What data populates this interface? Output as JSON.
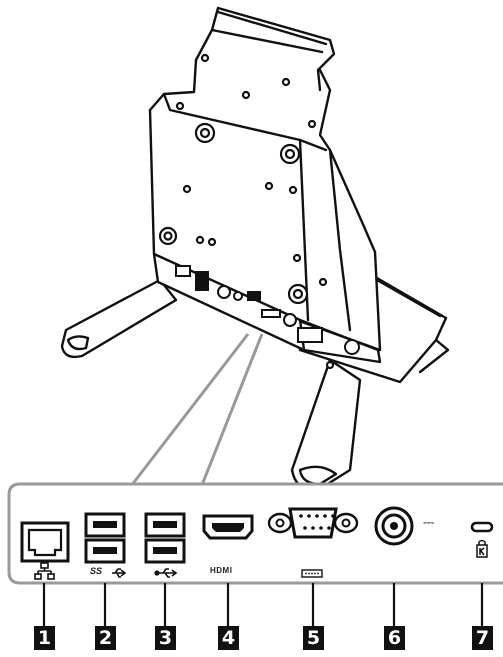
{
  "callouts": [
    "1",
    "2",
    "3",
    "4",
    "5",
    "6",
    "7"
  ],
  "ports": {
    "lan": {
      "icon": "network-icon"
    },
    "usb3": {
      "label": "SS",
      "icon": "usb-superspeed-icon"
    },
    "usb2": {
      "icon": "usb-icon"
    },
    "hdmi": {
      "label": "HDMI",
      "icon": "hdmi-icon"
    },
    "serial": {
      "icon": "serial-port-icon"
    },
    "dc_in": {
      "symbol": "⎓",
      "icon": "dc-power-icon"
    },
    "lock": {
      "icon": "kensington-lock-icon"
    }
  },
  "colors": {
    "line": "#111111",
    "panel_stroke": "#9a9a9a",
    "callout_bg": "#111111",
    "callout_text": "#ffffff"
  }
}
